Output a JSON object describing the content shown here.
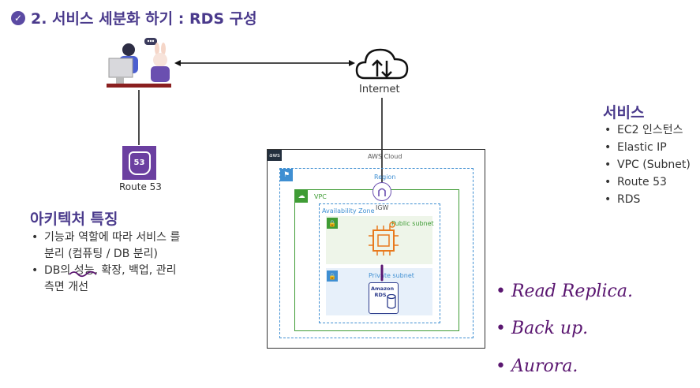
{
  "title": "2. 서비스 세분화 하기 : RDS 구성",
  "internet_label": "Internet",
  "route53_label": "Route 53",
  "route53_icon_text": "53",
  "services": {
    "heading": "서비스",
    "items": [
      "EC2 인스턴스",
      "Elastic IP",
      "VPC (Subnet)",
      "Route 53",
      "RDS"
    ]
  },
  "features": {
    "heading": "아키텍처 특징",
    "items": [
      "기능과 역할에 따라 서비스 를 분리 (컴퓨팅 / DB 분리)",
      "DB의 성능, 확장, 백업, 관리 측면 개선"
    ]
  },
  "aws": {
    "cloud_label": "AWS Cloud",
    "aws_logo_text": "aws",
    "region_label": "Region",
    "igw_label": "IGW",
    "vpc_label": "VPC",
    "az_label": "Availability Zone",
    "public_subnet_label": "Public subnet",
    "private_subnet_label": "Private subnet",
    "rds_icon_text": "Amazon RDS"
  },
  "handwritten": [
    "Read Replica.",
    "Back up.",
    "Aurora."
  ],
  "colors": {
    "title": "#4a3a8c",
    "vpc_border": "#3f9c35",
    "region_border": "#3f8fd2",
    "public_subnet_bg": "#eef5e9",
    "private_subnet_bg": "#e7f0fa",
    "ec2_orange": "#e8791d",
    "route53_purple": "#6b3fa0",
    "handwriting": "#5a1670"
  }
}
